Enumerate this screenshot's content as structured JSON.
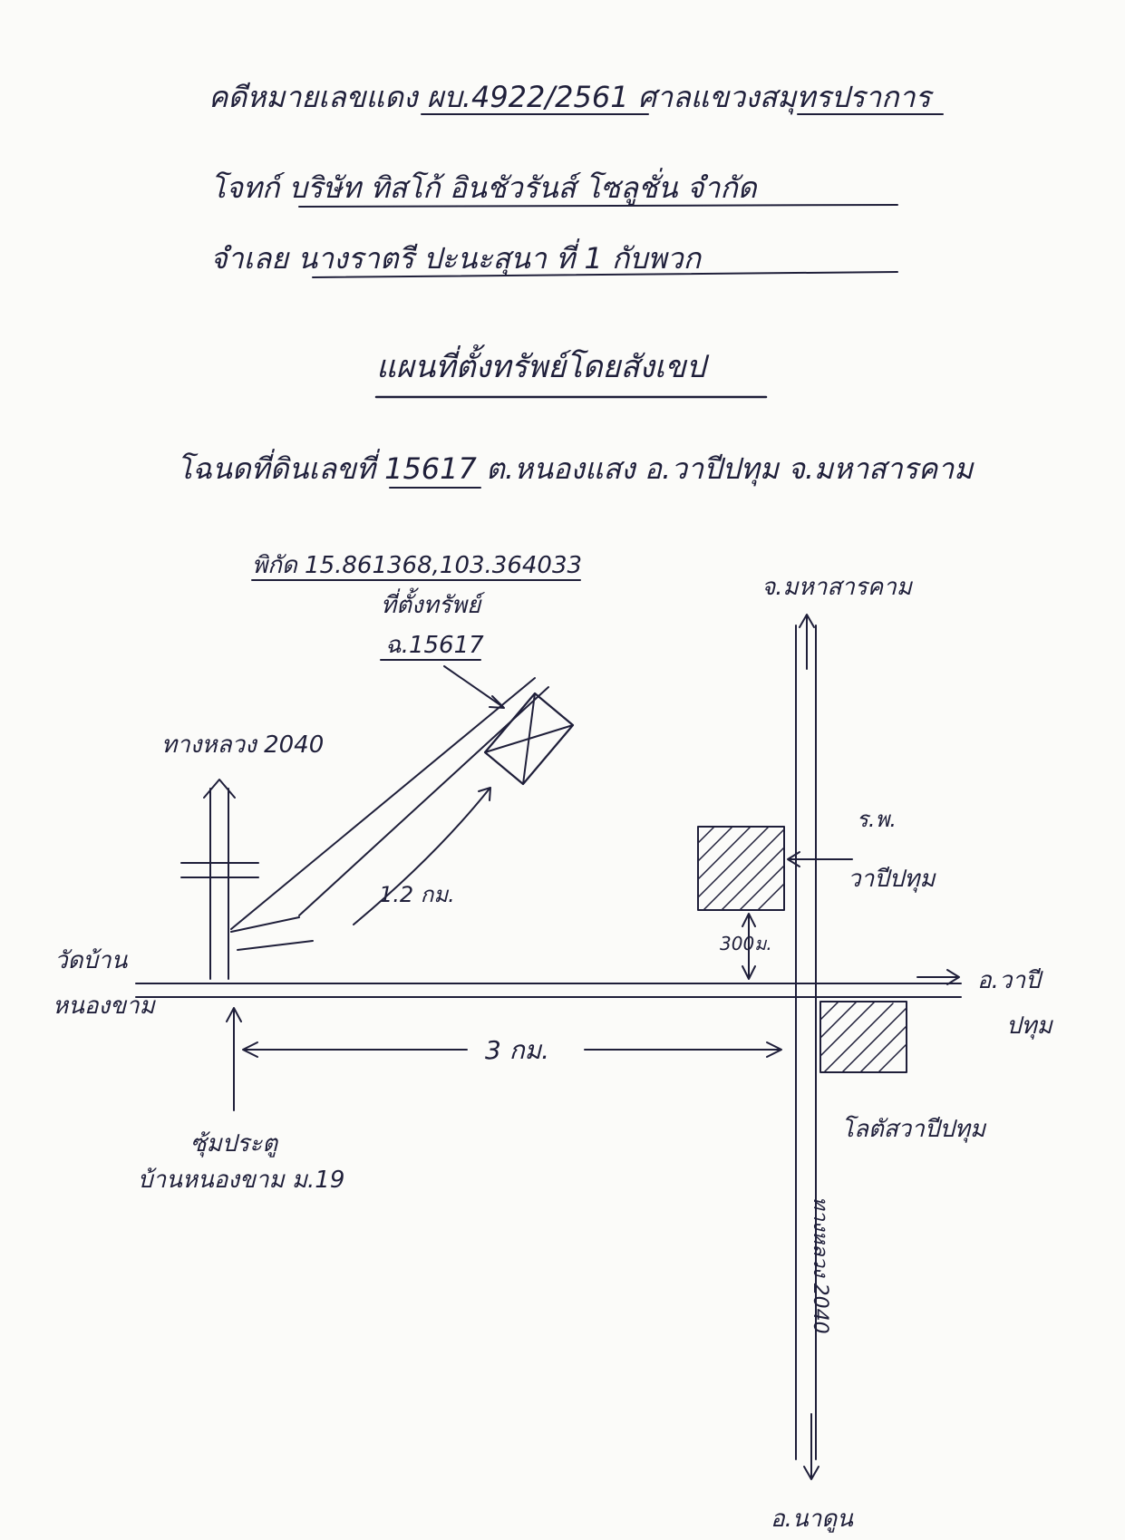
{
  "header": {
    "case_line": "คดีหมายเลขแดง ผบ.4922/2561 ศาลแขวงสมุทรปราการ",
    "plaintiff_line": "โจทก์ บริษัท ทิสโก้ อินชัวรันส์ โซลูชั่น จำกัด",
    "defendant_line": "จำเลย นางราตรี ปะนะสุนา ที่ 1 กับพวก"
  },
  "title": "แผนที่ตั้งทรัพย์โดยสังเขป",
  "deed_line": "โฉนดที่ดินเลขที่ 15617 ต.หนองแสง อ.วาปีปทุม จ.มหาสารคาม",
  "map": {
    "coords": "พิกัด 15.861368,103.364033",
    "asset_label": "ที่ตั้งทรัพย์",
    "deed_label": "ฉ.15617",
    "road_2040": "ทางหลวง 2040",
    "wat_line1": "วัดบ้าน",
    "wat_line2": "หนองขาม",
    "dist_1_2km": "1.2 กม.",
    "dist_3km": "3 กม.",
    "dist_300m": "300ม.",
    "hospital_line1": "ร.พ.",
    "hospital_line2": "วาปีปทุม",
    "north": "จ.มหาสารคาม",
    "east_line1": "อ.วาปี",
    "east_line2": "ปทุม",
    "south": "อ.นาดูน",
    "highway_vertical": "ทางหลวง 2040",
    "lotus": "โลตัสวาปีปทุม",
    "gate_line1": "ซุ้มประตู",
    "gate_line2": "บ้านหนองขาม ม.19"
  }
}
